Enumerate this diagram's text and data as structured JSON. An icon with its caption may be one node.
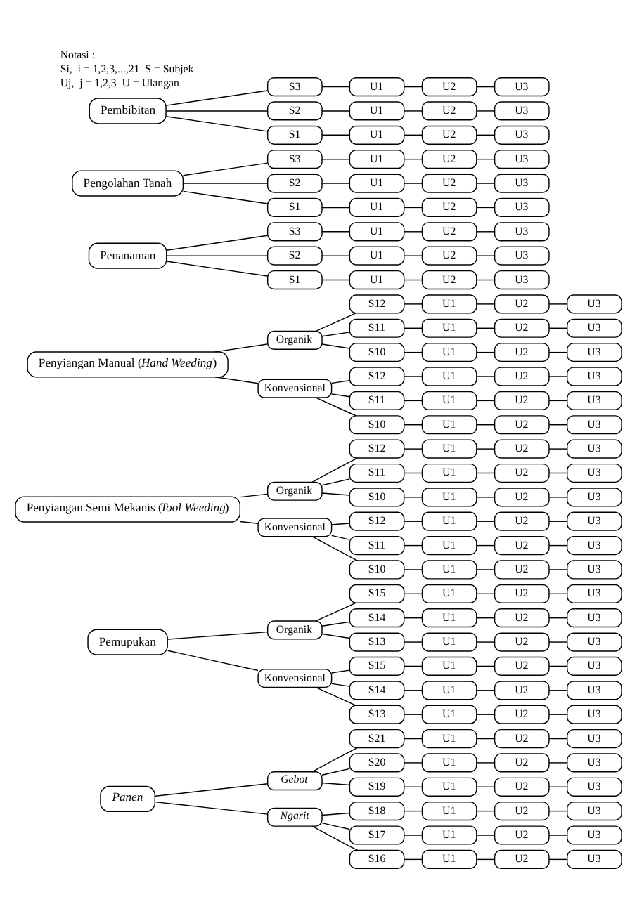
{
  "diagram": {
    "nodes": [
      {
        "text": [
          "Pembibitan"
        ]
      },
      {
        "text": [
          "S1"
        ]
      },
      {
        "text": [
          "U1"
        ]
      },
      {
        "text": [
          "U2"
        ]
      },
      {
        "text": [
          "U3"
        ]
      },
      {
        "text": [
          "S2"
        ]
      },
      {
        "text": [
          "U1"
        ]
      },
      {
        "text": [
          "U2"
        ]
      },
      {
        "text": [
          "U3"
        ]
      },
      {
        "text": [
          "S3"
        ]
      },
      {
        "text": [
          "U1"
        ]
      },
      {
        "text": [
          "U2"
        ]
      },
      {
        "text": [
          "U3"
        ]
      },
      {
        "text": [
          "Pengolahan Tanah"
        ]
      },
      {
        "text": [
          "S1"
        ]
      },
      {
        "text": [
          "U1"
        ]
      },
      {
        "text": [
          "U2"
        ]
      },
      {
        "text": [
          "U3"
        ]
      },
      {
        "text": [
          "S2"
        ]
      },
      {
        "text": [
          "U1"
        ]
      },
      {
        "text": [
          "U2"
        ]
      },
      {
        "text": [
          "U3"
        ]
      },
      {
        "text": [
          "S3"
        ]
      },
      {
        "text": [
          "U1"
        ]
      },
      {
        "text": [
          "U2"
        ]
      },
      {
        "text": [
          "U3"
        ]
      },
      {
        "text": [
          "Penanaman"
        ]
      },
      {
        "text": [
          "S1"
        ]
      },
      {
        "text": [
          "U1"
        ]
      },
      {
        "text": [
          "U2"
        ]
      },
      {
        "text": [
          "U3"
        ]
      },
      {
        "text": [
          "S2"
        ]
      },
      {
        "text": [
          "U1"
        ]
      },
      {
        "text": [
          "U2"
        ]
      },
      {
        "text": [
          "U3"
        ]
      },
      {
        "text": [
          "S3"
        ]
      },
      {
        "text": [
          "U1"
        ]
      },
      {
        "text": [
          "U2"
        ]
      },
      {
        "text": [
          "U3"
        ]
      },
      {
        "text": [
          "Penyiangan Manual (*Hand Weeding*)"
        ]
      },
      {
        "text": [
          "Konvensional"
        ]
      },
      {
        "text": [
          "S10"
        ]
      },
      {
        "text": [
          "U1"
        ]
      },
      {
        "text": [
          "U2"
        ]
      },
      {
        "text": [
          "U3"
        ]
      },
      {
        "text": [
          "S11"
        ]
      },
      {
        "text": [
          "U1"
        ]
      },
      {
        "text": [
          "U2"
        ]
      },
      {
        "text": [
          "U3"
        ]
      },
      {
        "text": [
          "S12"
        ]
      },
      {
        "text": [
          "U1"
        ]
      },
      {
        "text": [
          "U2"
        ]
      },
      {
        "text": [
          "U3"
        ]
      },
      {
        "text": [
          "Organik"
        ]
      },
      {
        "text": [
          "S10"
        ]
      },
      {
        "text": [
          "U1"
        ]
      },
      {
        "text": [
          "U2"
        ]
      },
      {
        "text": [
          "U3"
        ]
      },
      {
        "text": [
          "S11"
        ]
      },
      {
        "text": [
          "U1"
        ]
      },
      {
        "text": [
          "U2"
        ]
      },
      {
        "text": [
          "U3"
        ]
      },
      {
        "text": [
          "S12"
        ]
      },
      {
        "text": [
          "U1"
        ]
      },
      {
        "text": [
          "U2"
        ]
      },
      {
        "text": [
          "U3"
        ]
      },
      {
        "text": [
          "Penyiangan Semi Mekanis (*Tool Weeding*)"
        ]
      },
      {
        "text": [
          "Konvensional"
        ]
      },
      {
        "text": [
          "S10"
        ]
      },
      {
        "text": [
          "U1"
        ]
      },
      {
        "text": [
          "U2"
        ]
      },
      {
        "text": [
          "U3"
        ]
      },
      {
        "text": [
          "S11"
        ]
      },
      {
        "text": [
          "U1"
        ]
      },
      {
        "text": [
          "U2"
        ]
      },
      {
        "text": [
          "U3"
        ]
      },
      {
        "text": [
          "S12"
        ]
      },
      {
        "text": [
          "U1"
        ]
      },
      {
        "text": [
          "U2"
        ]
      },
      {
        "text": [
          "U3"
        ]
      },
      {
        "text": [
          "Organik"
        ]
      },
      {
        "text": [
          "S10"
        ]
      },
      {
        "text": [
          "U1"
        ]
      },
      {
        "text": [
          "U2"
        ]
      },
      {
        "text": [
          "U3"
        ]
      },
      {
        "text": [
          "S11"
        ]
      },
      {
        "text": [
          "U1"
        ]
      },
      {
        "text": [
          "U2"
        ]
      },
      {
        "text": [
          "U3"
        ]
      },
      {
        "text": [
          "S12"
        ]
      },
      {
        "text": [
          "U1"
        ]
      },
      {
        "text": [
          "U2"
        ]
      },
      {
        "text": [
          "U3"
        ]
      },
      {
        "text": [
          "Pemupukan"
        ]
      },
      {
        "text": [
          "Konvensional"
        ]
      },
      {
        "text": [
          "S13"
        ]
      },
      {
        "text": [
          "U1"
        ]
      },
      {
        "text": [
          "U2"
        ]
      },
      {
        "text": [
          "U3"
        ]
      },
      {
        "text": [
          "S14"
        ]
      },
      {
        "text": [
          "U1"
        ]
      },
      {
        "text": [
          "U2"
        ]
      },
      {
        "text": [
          "U3"
        ]
      },
      {
        "text": [
          "S15"
        ]
      },
      {
        "text": [
          "U1"
        ]
      },
      {
        "text": [
          "U2"
        ]
      },
      {
        "text": [
          "U3"
        ]
      },
      {
        "text": [
          "Organik"
        ]
      },
      {
        "text": [
          "S13"
        ]
      },
      {
        "text": [
          "U1"
        ]
      },
      {
        "text": [
          "U2"
        ]
      },
      {
        "text": [
          "U3"
        ]
      },
      {
        "text": [
          "S14"
        ]
      },
      {
        "text": [
          "U1"
        ]
      },
      {
        "text": [
          "U2"
        ]
      },
      {
        "text": [
          "U3"
        ]
      },
      {
        "text": [
          "S15"
        ]
      },
      {
        "text": [
          "U1"
        ]
      },
      {
        "text": [
          "U2"
        ]
      },
      {
        "text": [
          "U3"
        ]
      },
      {
        "text": [
          "Panen"
        ]
      },
      {
        "text": [
          "Ngarit"
        ]
      },
      {
        "text": [
          "S16"
        ]
      },
      {
        "text": [
          "U1"
        ]
      },
      {
        "text": [
          "U2"
        ]
      },
      {
        "text": [
          "U3"
        ]
      },
      {
        "text": [
          "S17"
        ]
      },
      {
        "text": [
          "U1"
        ]
      },
      {
        "text": [
          "U2"
        ]
      },
      {
        "text": [
          "U3"
        ]
      },
      {
        "text": [
          "S18"
        ]
      },
      {
        "text": [
          "U1"
        ]
      },
      {
        "text": [
          "U2"
        ]
      },
      {
        "text": [
          "U3"
        ]
      },
      {
        "text": [
          "Gebot"
        ]
      },
      {
        "text": [
          "S19"
        ]
      },
      {
        "text": [
          "U1"
        ]
      },
      {
        "text": [
          "U2"
        ]
      },
      {
        "text": [
          "U3"
        ]
      },
      {
        "text": [
          "S20"
        ]
      },
      {
        "text": [
          "U1"
        ]
      },
      {
        "text": [
          "U2"
        ]
      },
      {
        "text": [
          "U3"
        ]
      },
      {
        "text": [
          "S21"
        ]
      },
      {
        "text": [
          "U1"
        ]
      },
      {
        "text": [
          "U2"
        ]
      },
      {
        "text": [
          "U3"
        ]
      }
    ],
    "edges": [
      {
        "from": 0,
        "to": 1,
        "arrow": "none"
      },
      {
        "from": 1,
        "to": 2,
        "arrow": "none"
      },
      {
        "from": 2,
        "to": 3,
        "arrow": "none"
      },
      {
        "from": 3,
        "to": 4,
        "arrow": "none"
      },
      {
        "from": 0,
        "to": 5,
        "arrow": "none"
      },
      {
        "from": 5,
        "to": 6,
        "arrow": "none"
      },
      {
        "from": 6,
        "to": 7,
        "arrow": "none"
      },
      {
        "from": 7,
        "to": 8,
        "arrow": "none"
      },
      {
        "from": 0,
        "to": 9,
        "arrow": "none"
      },
      {
        "from": 9,
        "to": 10,
        "arrow": "none"
      },
      {
        "from": 10,
        "to": 11,
        "arrow": "none"
      },
      {
        "from": 11,
        "to": 12,
        "arrow": "none"
      },
      {
        "from": 13,
        "to": 14,
        "arrow": "none"
      },
      {
        "from": 14,
        "to": 15,
        "arrow": "none"
      },
      {
        "from": 15,
        "to": 16,
        "arrow": "none"
      },
      {
        "from": 16,
        "to": 17,
        "arrow": "none"
      },
      {
        "from": 13,
        "to": 18,
        "arrow": "none"
      },
      {
        "from": 18,
        "to": 19,
        "arrow": "none"
      },
      {
        "from": 19,
        "to": 20,
        "arrow": "none"
      },
      {
        "from": 20,
        "to": 21,
        "arrow": "none"
      },
      {
        "from": 13,
        "to": 22,
        "arrow": "none"
      },
      {
        "from": 22,
        "to": 23,
        "arrow": "none"
      },
      {
        "from": 23,
        "to": 24,
        "arrow": "none"
      },
      {
        "from": 24,
        "to": 25,
        "arrow": "none"
      },
      {
        "from": 26,
        "to": 27,
        "arrow": "none"
      },
      {
        "from": 27,
        "to": 28,
        "arrow": "none"
      },
      {
        "from": 28,
        "to": 29,
        "arrow": "none"
      },
      {
        "from": 29,
        "to": 30,
        "arrow": "none"
      },
      {
        "from": 26,
        "to": 31,
        "arrow": "none"
      },
      {
        "from": 31,
        "to": 32,
        "arrow": "none"
      },
      {
        "from": 32,
        "to": 33,
        "arrow": "none"
      },
      {
        "from": 33,
        "to": 34,
        "arrow": "none"
      },
      {
        "from": 26,
        "to": 35,
        "arrow": "none"
      },
      {
        "from": 35,
        "to": 36,
        "arrow": "none"
      },
      {
        "from": 36,
        "to": 37,
        "arrow": "none"
      },
      {
        "from": 37,
        "to": 38,
        "arrow": "none"
      },
      {
        "from": 39,
        "to": 40,
        "arrow": "none"
      },
      {
        "from": 39,
        "to": 53,
        "arrow": "none"
      },
      {
        "from": 40,
        "to": 41,
        "arrow": "none"
      },
      {
        "from": 41,
        "to": 42,
        "arrow": "none"
      },
      {
        "from": 42,
        "to": 43,
        "arrow": "none"
      },
      {
        "from": 43,
        "to": 44,
        "arrow": "none"
      },
      {
        "from": 40,
        "to": 45,
        "arrow": "none"
      },
      {
        "from": 45,
        "to": 46,
        "arrow": "none"
      },
      {
        "from": 46,
        "to": 47,
        "arrow": "none"
      },
      {
        "from": 47,
        "to": 48,
        "arrow": "none"
      },
      {
        "from": 40,
        "to": 49,
        "arrow": "none"
      },
      {
        "from": 49,
        "to": 50,
        "arrow": "none"
      },
      {
        "from": 50,
        "to": 51,
        "arrow": "none"
      },
      {
        "from": 51,
        "to": 52,
        "arrow": "none"
      },
      {
        "from": 53,
        "to": 54,
        "arrow": "none"
      },
      {
        "from": 54,
        "to": 55,
        "arrow": "none"
      },
      {
        "from": 55,
        "to": 56,
        "arrow": "none"
      },
      {
        "from": 56,
        "to": 57,
        "arrow": "none"
      },
      {
        "from": 53,
        "to": 58,
        "arrow": "none"
      },
      {
        "from": 58,
        "to": 59,
        "arrow": "none"
      },
      {
        "from": 59,
        "to": 60,
        "arrow": "none"
      },
      {
        "from": 60,
        "to": 61,
        "arrow": "none"
      },
      {
        "from": 53,
        "to": 62,
        "arrow": "none"
      },
      {
        "from": 62,
        "to": 63,
        "arrow": "none"
      },
      {
        "from": 63,
        "to": 64,
        "arrow": "none"
      },
      {
        "from": 64,
        "to": 65,
        "arrow": "none"
      },
      {
        "from": 66,
        "to": 67,
        "arrow": "none"
      },
      {
        "from": 66,
        "to": 80,
        "arrow": "none"
      },
      {
        "from": 67,
        "to": 68,
        "arrow": "none"
      },
      {
        "from": 68,
        "to": 69,
        "arrow": "none"
      },
      {
        "from": 69,
        "to": 70,
        "arrow": "none"
      },
      {
        "from": 70,
        "to": 71,
        "arrow": "none"
      },
      {
        "from": 67,
        "to": 72,
        "arrow": "none"
      },
      {
        "from": 72,
        "to": 73,
        "arrow": "none"
      },
      {
        "from": 73,
        "to": 74,
        "arrow": "none"
      },
      {
        "from": 74,
        "to": 75,
        "arrow": "none"
      },
      {
        "from": 67,
        "to": 76,
        "arrow": "none"
      },
      {
        "from": 76,
        "to": 77,
        "arrow": "none"
      },
      {
        "from": 77,
        "to": 78,
        "arrow": "none"
      },
      {
        "from": 78,
        "to": 79,
        "arrow": "none"
      },
      {
        "from": 80,
        "to": 81,
        "arrow": "none"
      },
      {
        "from": 81,
        "to": 82,
        "arrow": "none"
      },
      {
        "from": 82,
        "to": 83,
        "arrow": "none"
      },
      {
        "from": 83,
        "to": 84,
        "arrow": "none"
      },
      {
        "from": 80,
        "to": 85,
        "arrow": "none"
      },
      {
        "from": 85,
        "to": 86,
        "arrow": "none"
      },
      {
        "from": 86,
        "to": 87,
        "arrow": "none"
      },
      {
        "from": 87,
        "to": 88,
        "arrow": "none"
      },
      {
        "from": 80,
        "to": 89,
        "arrow": "none"
      },
      {
        "from": 89,
        "to": 90,
        "arrow": "none"
      },
      {
        "from": 90,
        "to": 91,
        "arrow": "none"
      },
      {
        "from": 91,
        "to": 92,
        "arrow": "none"
      },
      {
        "from": 93,
        "to": 94,
        "arrow": "none"
      },
      {
        "from": 93,
        "to": 107,
        "arrow": "none"
      },
      {
        "from": 94,
        "to": 95,
        "arrow": "none"
      },
      {
        "from": 95,
        "to": 96,
        "arrow": "none"
      },
      {
        "from": 96,
        "to": 97,
        "arrow": "none"
      },
      {
        "from": 97,
        "to": 98,
        "arrow": "none"
      },
      {
        "from": 94,
        "to": 99,
        "arrow": "none"
      },
      {
        "from": 99,
        "to": 100,
        "arrow": "none"
      },
      {
        "from": 100,
        "to": 101,
        "arrow": "none"
      },
      {
        "from": 101,
        "to": 102,
        "arrow": "none"
      },
      {
        "from": 94,
        "to": 103,
        "arrow": "none"
      },
      {
        "from": 103,
        "to": 104,
        "arrow": "none"
      },
      {
        "from": 104,
        "to": 105,
        "arrow": "none"
      },
      {
        "from": 105,
        "to": 106,
        "arrow": "none"
      },
      {
        "from": 107,
        "to": 108,
        "arrow": "none"
      },
      {
        "from": 108,
        "to": 109,
        "arrow": "none"
      },
      {
        "from": 109,
        "to": 110,
        "arrow": "none"
      },
      {
        "from": 110,
        "to": 111,
        "arrow": "none"
      },
      {
        "from": 107,
        "to": 112,
        "arrow": "none"
      },
      {
        "from": 112,
        "to": 113,
        "arrow": "none"
      },
      {
        "from": 113,
        "to": 114,
        "arrow": "none"
      },
      {
        "from": 114,
        "to": 115,
        "arrow": "none"
      },
      {
        "from": 107,
        "to": 116,
        "arrow": "none"
      },
      {
        "from": 116,
        "to": 117,
        "arrow": "none"
      },
      {
        "from": 117,
        "to": 118,
        "arrow": "none"
      },
      {
        "from": 118,
        "to": 119,
        "arrow": "none"
      },
      {
        "from": 120,
        "to": 121,
        "arrow": "none"
      },
      {
        "from": 120,
        "to": 134,
        "arrow": "none"
      },
      {
        "from": 121,
        "to": 122,
        "arrow": "none"
      },
      {
        "from": 122,
        "to": 123,
        "arrow": "none"
      },
      {
        "from": 123,
        "to": 124,
        "arrow": "none"
      },
      {
        "from": 124,
        "to": 125,
        "arrow": "none"
      },
      {
        "from": 121,
        "to": 126,
        "arrow": "none"
      },
      {
        "from": 126,
        "to": 127,
        "arrow": "none"
      },
      {
        "from": 127,
        "to": 128,
        "arrow": "none"
      },
      {
        "from": 128,
        "to": 129,
        "arrow": "none"
      },
      {
        "from": 121,
        "to": 130,
        "arrow": "none"
      },
      {
        "from": 130,
        "to": 131,
        "arrow": "none"
      },
      {
        "from": 131,
        "to": 132,
        "arrow": "none"
      },
      {
        "from": 132,
        "to": 133,
        "arrow": "none"
      },
      {
        "from": 134,
        "to": 135,
        "arrow": "none"
      },
      {
        "from": 135,
        "to": 136,
        "arrow": "none"
      },
      {
        "from": 136,
        "to": 137,
        "arrow": "none"
      },
      {
        "from": 137,
        "to": 138,
        "arrow": "none"
      },
      {
        "from": 134,
        "to": 139,
        "arrow": "none"
      },
      {
        "from": 139,
        "to": 140,
        "arrow": "none"
      },
      {
        "from": 140,
        "to": 141,
        "arrow": "none"
      },
      {
        "from": 141,
        "to": 142,
        "arrow": "none"
      },
      {
        "from": 134,
        "to": 143,
        "arrow": "none"
      },
      {
        "from": 143,
        "to": 144,
        "arrow": "none"
      },
      {
        "from": 144,
        "to": 145,
        "arrow": "none"
      },
      {
        "from": 145,
        "to": 146,
        "arrow": "none"
      }
    ],
    "labels": [
      "Notasi :",
      "Si,  i = 1,2,3,...,21  S = Subjek",
      "Uj,  j = 1,2,3  U = Ulangan"
    ]
  }
}
